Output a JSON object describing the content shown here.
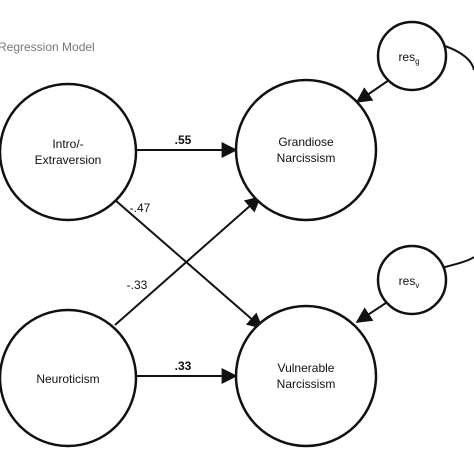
{
  "title": "Regression Model",
  "nodes": {
    "intro_extraversion": {
      "line1": "Intro/-",
      "line2": "Extraversion"
    },
    "neuroticism": {
      "label": "Neuroticism"
    },
    "grandiose": {
      "line1": "Grandiose",
      "line2": "Narcissism"
    },
    "vulnerable": {
      "line1": "Vulnerable",
      "line2": "Narcissism"
    },
    "res_g": {
      "base": "res",
      "sub": "g"
    },
    "res_v": {
      "base": "res",
      "sub": "v"
    }
  },
  "paths": {
    "extra_to_grandiose": ".55",
    "extra_to_vulnerable": "-.47",
    "neuro_to_grandiose": "-.33",
    "neuro_to_vulnerable": ".33"
  },
  "colors": {
    "stroke": "#111111",
    "title": "#777777"
  }
}
